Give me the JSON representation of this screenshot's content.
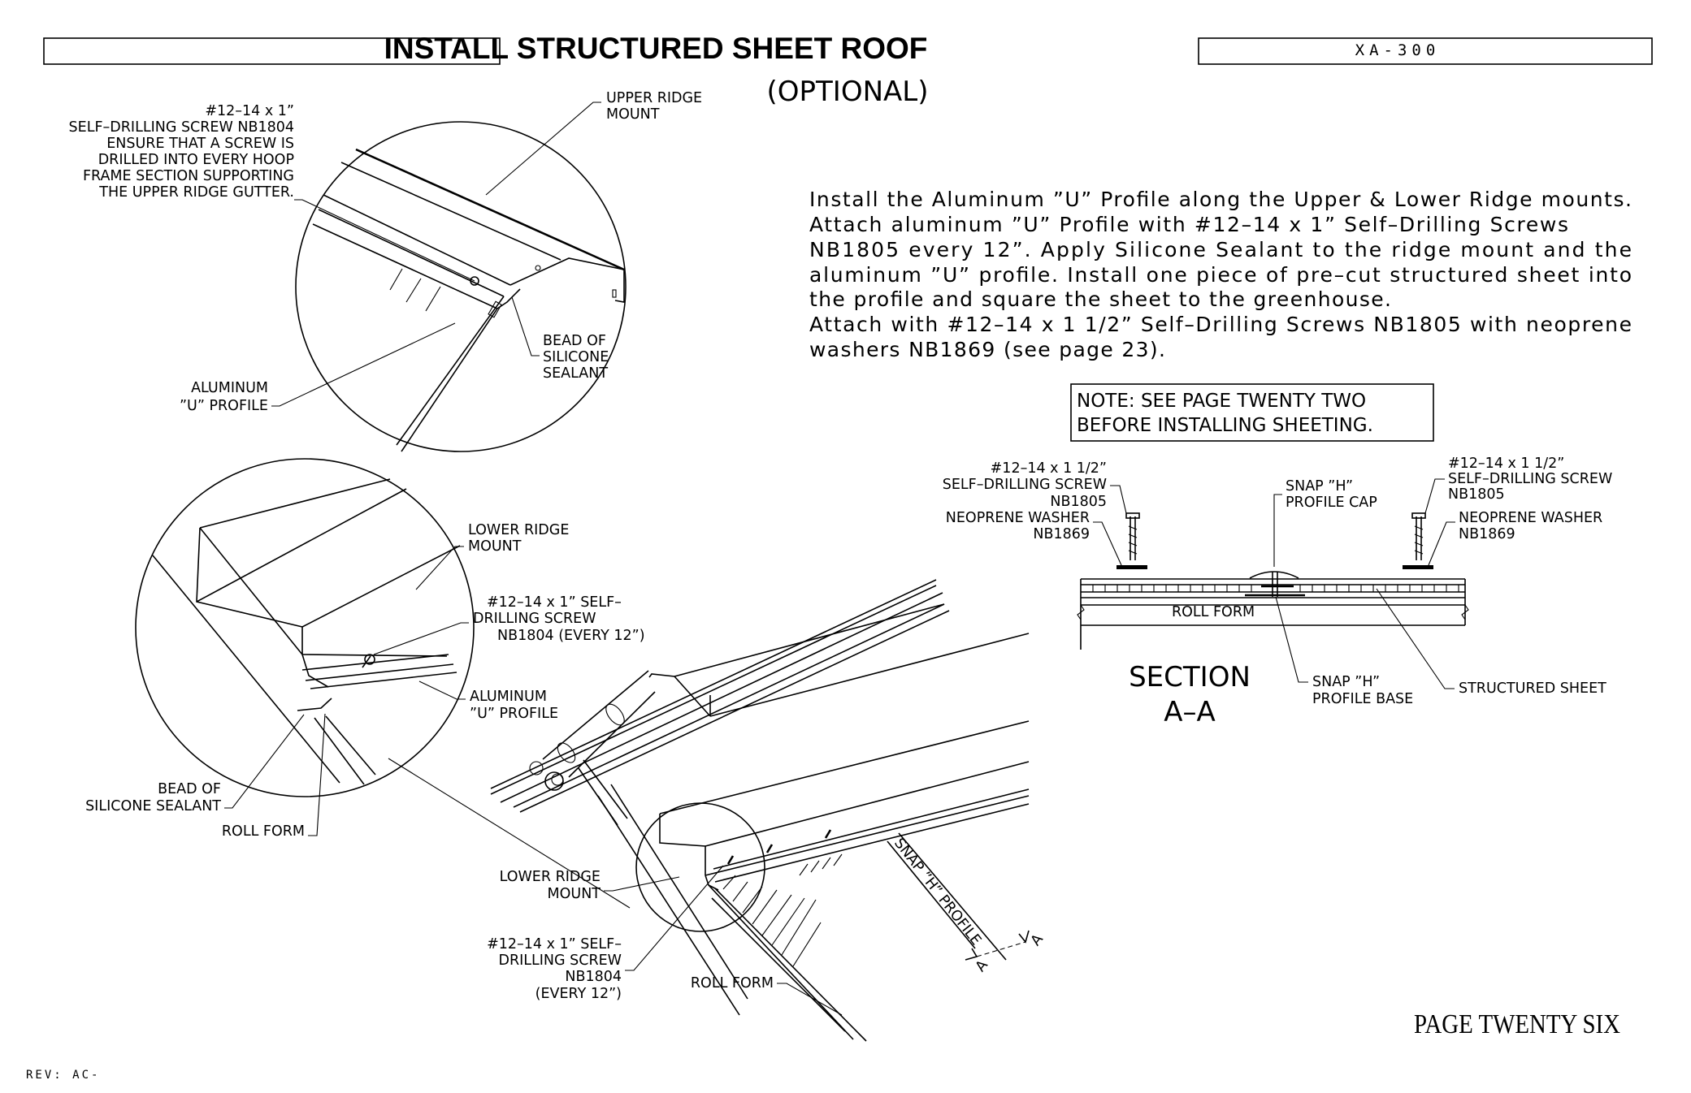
{
  "header": {
    "title": "INSTALL STRUCTURED SHEET ROOF",
    "subtitle": "(OPTIONAL)",
    "doc_number": "XA-300"
  },
  "instructions": [
    "Install the Aluminum ”U” Profile along the Upper & Lower Ridge mounts.",
    "Attach aluminum ”U” Profile with #12–14 x 1” Self–Drilling Screws",
    "NB1805 every 12”.  Apply Silicone Sealant to the ridge mount and the",
    "aluminum ”U” profile.  Install one piece of pre–cut structured sheet into",
    "the profile and square the sheet to the greenhouse.",
    "Attach with #12–14 x 1 1/2” Self–Drilling Screws NB1805 with neoprene",
    "washers NB1869 (see page 23)."
  ],
  "note": [
    "NOTE: SEE PAGE TWENTY TWO",
    "BEFORE INSTALLING SHEETING."
  ],
  "upper_detail": {
    "screw_note": [
      "#12–14 x 1”",
      "SELF–DRILLING SCREW NB1804",
      "ENSURE THAT A SCREW IS",
      "DRILLED INTO EVERY HOOP",
      "FRAME SECTION SUPPORTING",
      "THE UPPER RIDGE GUTTER."
    ],
    "upper_ridge_mount": [
      "UPPER RIDGE",
      "MOUNT"
    ],
    "bead_of_silicone": [
      "BEAD OF",
      "SILICONE",
      "SEALANT"
    ],
    "aluminum_u_profile": [
      "ALUMINUM",
      "”U” PROFILE"
    ]
  },
  "lower_detail": {
    "lower_ridge_mount": [
      "LOWER RIDGE",
      "MOUNT"
    ],
    "screw": [
      "#12–14 x 1” SELF–",
      "DRILLING SCREW",
      "NB1804 (EVERY 12”)"
    ],
    "aluminum_u_profile": [
      "ALUMINUM",
      "”U” PROFILE"
    ],
    "bead_of_silicone": [
      "BEAD OF",
      "SILICONE SEALANT"
    ],
    "roll_form": "ROLL FORM"
  },
  "main_view": {
    "lower_ridge_mount": [
      "LOWER RIDGE",
      "MOUNT"
    ],
    "screw": [
      "#12–14 x 1” SELF–",
      "DRILLING SCREW",
      "NB1804",
      "(EVERY 12”)"
    ],
    "roll_form": "ROLL FORM",
    "snap_h_profile": "SNAP ”H” PROFILE",
    "section_marker": "A"
  },
  "section_aa": {
    "title": [
      "SECTION",
      "A–A"
    ],
    "left_screw": [
      "#12–14 x 1 1/2”",
      "SELF–DRILLING SCREW",
      "NB1805"
    ],
    "left_washer": [
      "NEOPRENE WASHER",
      "NB1869"
    ],
    "right_screw": [
      "#12–14 x 1 1/2”",
      "SELF–DRILLING SCREW",
      "NB1805"
    ],
    "right_washer": [
      "NEOPRENE WASHER",
      "NB1869"
    ],
    "profile_cap": [
      "SNAP ”H”",
      "PROFILE CAP"
    ],
    "profile_base": [
      "SNAP ”H”",
      "PROFILE BASE"
    ],
    "structured_sheet": "STRUCTURED SHEET",
    "roll_form": "ROLL FORM"
  },
  "footer": {
    "page_label": "PAGE TWENTY SIX",
    "revision": "REV: AC-"
  }
}
